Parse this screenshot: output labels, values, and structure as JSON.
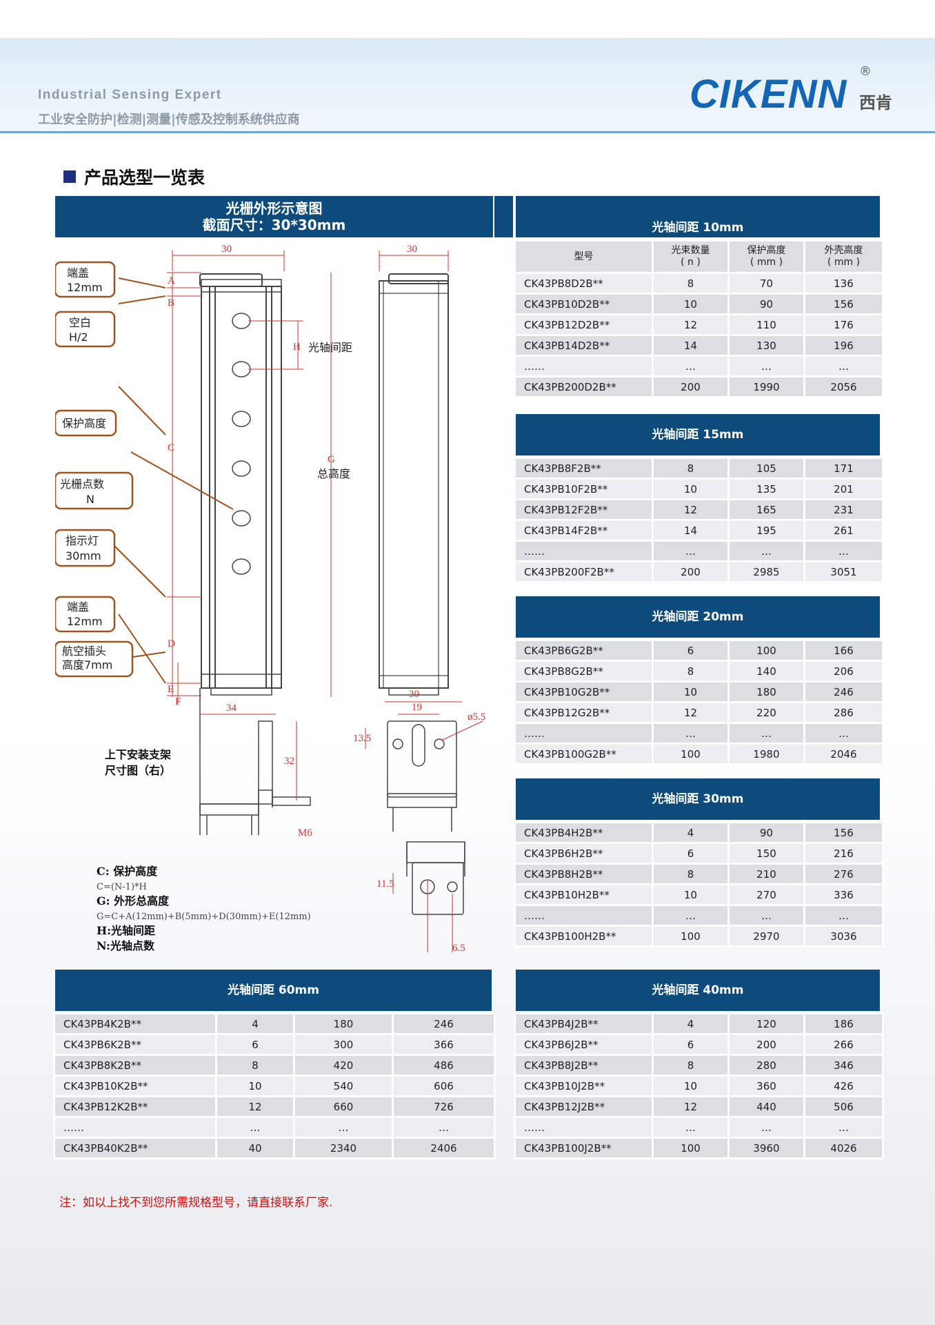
{
  "header": {
    "tagline_en": "Industrial  Sensing  Expert",
    "tagline_cn": "工业安全防护|检测|测量|传感及控制系统供应商",
    "logo": "CIKENN",
    "logo_reg": "®",
    "logo_cn": "西肯"
  },
  "section_title": "产品选型一览表",
  "diagram": {
    "title_line1": "光栅外形示意图",
    "title_line2": "截面尺寸：30*30mm",
    "callouts": {
      "endcap_top": [
        "端盖",
        "12mm"
      ],
      "blank": [
        "空白",
        "H/2"
      ],
      "protect": [
        "保护高度"
      ],
      "points": [
        "光栅点数",
        "N"
      ],
      "indicator": [
        "指示灯",
        "30mm"
      ],
      "endcap_bottom": [
        "端盖",
        "12mm"
      ],
      "plug": [
        "航空插头",
        "高度7mm"
      ]
    },
    "dims": {
      "width": "30",
      "width2": "30",
      "pitch_label": "光轴间距",
      "total_label": "总高度",
      "letters": [
        "A",
        "B",
        "C",
        "D",
        "E",
        "F",
        "G",
        "H"
      ],
      "bracket_w": "34",
      "bracket_h": "32",
      "bolt": "M6",
      "b2_w": "30",
      "b2_inner": "19",
      "b2_h": "13.5",
      "b2_hole": "ø5.5",
      "b3_h": "11.5",
      "b3_w": "6.5"
    },
    "bracket_label": [
      "上下安装支架",
      "尺寸图（右）"
    ],
    "legend": [
      {
        "text": "C: 保护高度",
        "bold": true
      },
      {
        "text": "C=(N-1)*H",
        "bold": false
      },
      {
        "text": "G: 外形总高度",
        "bold": true
      },
      {
        "text": "G=C+A(12mm)+B(5mm)+D(30mm)+E(12mm)",
        "bold": false
      },
      {
        "text": "H:光轴间距",
        "bold": true
      },
      {
        "text": "N:光轴点数",
        "bold": true
      }
    ]
  },
  "col_headers": [
    [
      "型号",
      ""
    ],
    [
      "光束数量",
      "( n )"
    ],
    [
      "保护高度",
      "( mm )"
    ],
    [
      "外壳高度",
      "( mm )"
    ]
  ],
  "tables": {
    "t10": {
      "title": "光轴间距   10mm",
      "rows": [
        [
          "CK43PB8D2B**",
          "8",
          "70",
          "136"
        ],
        [
          "CK43PB10D2B**",
          "10",
          "90",
          "156"
        ],
        [
          "CK43PB12D2B**",
          "12",
          "110",
          "176"
        ],
        [
          "CK43PB14D2B**",
          "14",
          "130",
          "196"
        ],
        [
          "……",
          "…",
          "…",
          "…"
        ],
        [
          "CK43PB200D2B**",
          "200",
          "1990",
          "2056"
        ]
      ]
    },
    "t15": {
      "title": "光轴间距   15mm",
      "rows": [
        [
          "CK43PB8F2B**",
          "8",
          "105",
          "171"
        ],
        [
          "CK43PB10F2B**",
          "10",
          "135",
          "201"
        ],
        [
          "CK43PB12F2B**",
          "12",
          "165",
          "231"
        ],
        [
          "CK43PB14F2B**",
          "14",
          "195",
          "261"
        ],
        [
          "……",
          "…",
          "…",
          "…"
        ],
        [
          "CK43PB200F2B**",
          "200",
          "2985",
          "3051"
        ]
      ]
    },
    "t20": {
      "title": "光轴间距   20mm",
      "rows": [
        [
          "CK43PB6G2B**",
          "6",
          "100",
          "166"
        ],
        [
          "CK43PB8G2B**",
          "8",
          "140",
          "206"
        ],
        [
          "CK43PB10G2B**",
          "10",
          "180",
          "246"
        ],
        [
          "CK43PB12G2B**",
          "12",
          "220",
          "286"
        ],
        [
          "……",
          "…",
          "…",
          "…"
        ],
        [
          "CK43PB100G2B**",
          "100",
          "1980",
          "2046"
        ]
      ]
    },
    "t30": {
      "title": "光轴间距   30mm",
      "rows": [
        [
          "CK43PB4H2B**",
          "4",
          "90",
          "156"
        ],
        [
          "CK43PB6H2B**",
          "6",
          "150",
          "216"
        ],
        [
          "CK43PB8H2B**",
          "8",
          "210",
          "276"
        ],
        [
          "CK43PB10H2B**",
          "10",
          "270",
          "336"
        ],
        [
          "……",
          "…",
          "…",
          "…"
        ],
        [
          "CK43PB100H2B**",
          "100",
          "2970",
          "3036"
        ]
      ]
    },
    "t60": {
      "title": "光轴间距   60mm",
      "rows": [
        [
          "CK43PB4K2B**",
          "4",
          "180",
          "246"
        ],
        [
          "CK43PB6K2B**",
          "6",
          "300",
          "366"
        ],
        [
          "CK43PB8K2B**",
          "8",
          "420",
          "486"
        ],
        [
          "CK43PB10K2B**",
          "10",
          "540",
          "606"
        ],
        [
          "CK43PB12K2B**",
          "12",
          "660",
          "726"
        ],
        [
          "……",
          "…",
          "…",
          "…"
        ],
        [
          "CK43PB40K2B**",
          "40",
          "2340",
          "2406"
        ]
      ]
    },
    "t40": {
      "title": "光轴间距   40mm",
      "rows": [
        [
          "CK43PB4J2B**",
          "4",
          "120",
          "186"
        ],
        [
          "CK43PB6J2B**",
          "6",
          "200",
          "266"
        ],
        [
          "CK43PB8J2B**",
          "8",
          "280",
          "346"
        ],
        [
          "CK43PB10J2B**",
          "10",
          "360",
          "426"
        ],
        [
          "CK43PB12J2B**",
          "12",
          "440",
          "506"
        ],
        [
          "……",
          "…",
          "…",
          "…"
        ],
        [
          "CK43PB100J2B**",
          "100",
          "3960",
          "4026"
        ]
      ]
    }
  },
  "footnote": "注：如以上找不到您所需规格型号，请直接联系厂家."
}
